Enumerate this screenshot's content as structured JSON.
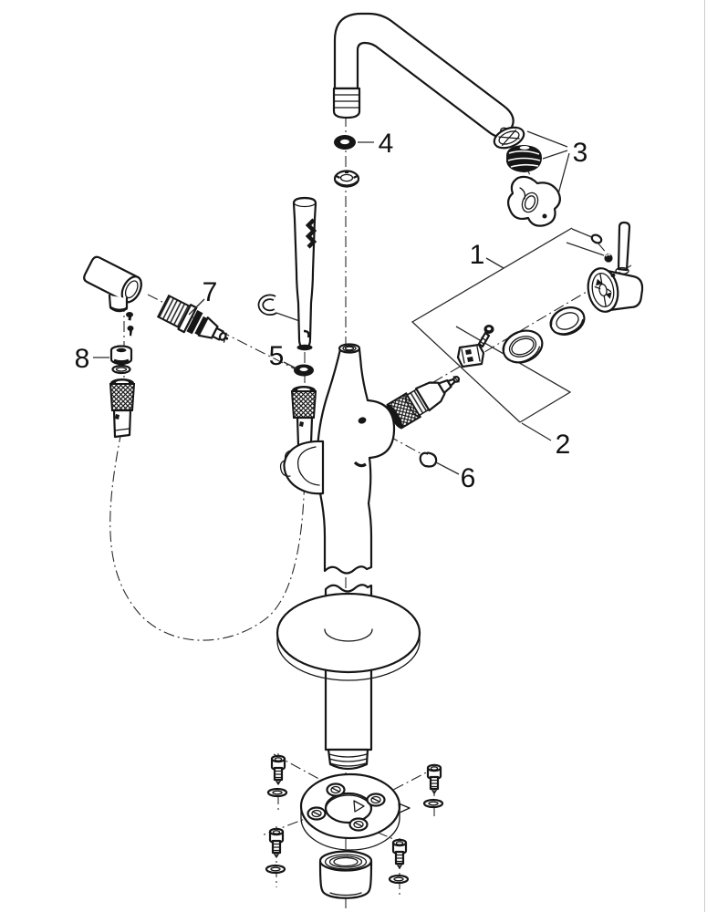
{
  "figure": {
    "type": "exploded-parts-diagram",
    "subject": "floor-standing-bath-faucet-with-hand-shower",
    "background_color": "#ffffff",
    "line_color": "#161616",
    "callouts": [
      {
        "number": "1",
        "part": "handle-trim-group"
      },
      {
        "number": "2",
        "part": "cartridge-group"
      },
      {
        "number": "3",
        "part": "spout-outlet-group"
      },
      {
        "number": "4",
        "part": "spout-o-ring"
      },
      {
        "number": "5",
        "part": "hand-shower-o-ring"
      },
      {
        "number": "6",
        "part": "plug-cap"
      },
      {
        "number": "7",
        "part": "diverter-cartridge"
      },
      {
        "number": "8",
        "part": "hose-connection-nut"
      }
    ]
  }
}
